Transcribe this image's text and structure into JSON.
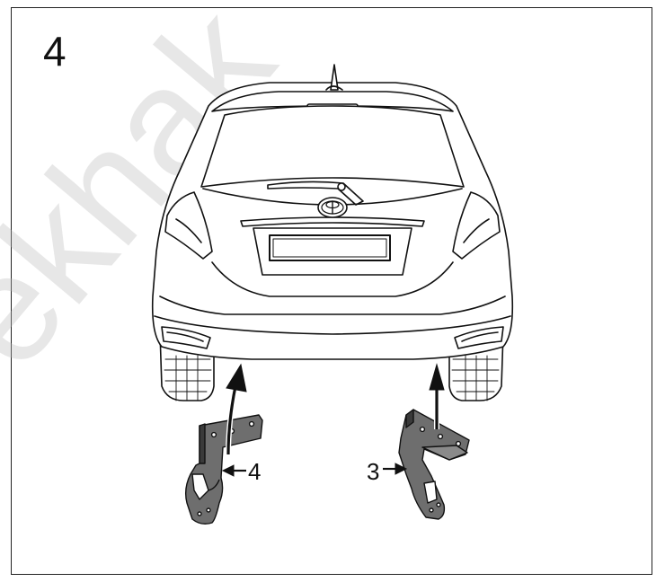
{
  "step": {
    "number": "4"
  },
  "callouts": {
    "bracket_left": {
      "label": "4"
    },
    "bracket_right": {
      "label": "3"
    }
  },
  "watermark": {
    "text": "ekhak",
    "color": "#cccccc"
  },
  "colors": {
    "outline": "#111111",
    "bracket_fill": "#6e6e6e",
    "bracket_dark": "#3a3a3a",
    "background": "#ffffff"
  }
}
